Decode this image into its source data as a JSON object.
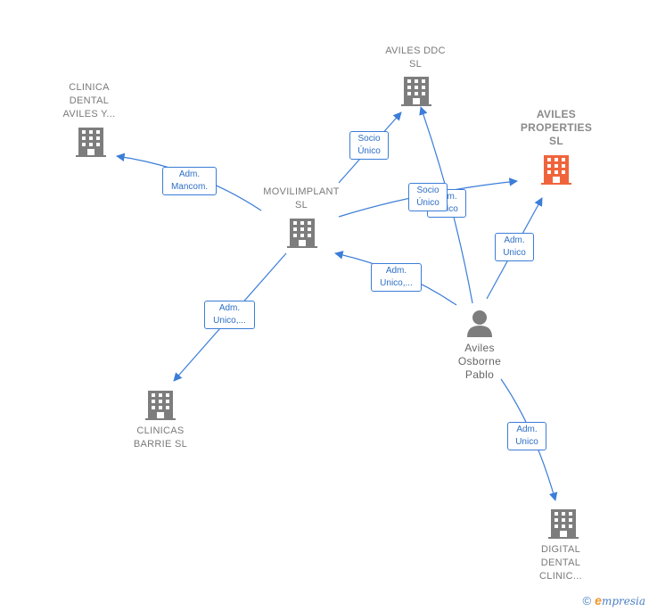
{
  "nodes": {
    "aviles_ddc": {
      "lines": [
        "AVILES DDC",
        "SL"
      ]
    },
    "clinica_dental": {
      "lines": [
        "CLINICA",
        "DENTAL",
        "AVILES Y..."
      ]
    },
    "aviles_properties": {
      "lines": [
        "AVILES",
        "PROPERTIES",
        "SL"
      ]
    },
    "movilimplant": {
      "lines": [
        "MOVILIMPLANT",
        "SL"
      ]
    },
    "clinicas_barrie": {
      "lines": [
        "CLINICAS",
        "BARRIE SL"
      ]
    },
    "person": {
      "lines": [
        "Aviles",
        "Osborne",
        "Pablo"
      ]
    },
    "digital_dental": {
      "lines": [
        "DIGITAL",
        "DENTAL",
        "CLINIC..."
      ]
    }
  },
  "edges": {
    "movil_to_ddc": [
      "Socio",
      "Único"
    ],
    "movil_to_clinica": [
      "Adm.",
      "Mancom."
    ],
    "movil_to_properties": [
      "Socio",
      "Único"
    ],
    "person_to_ddc": [
      "Adm.",
      "Unico"
    ],
    "person_to_properties": [
      "Adm.",
      "Unico"
    ],
    "person_to_movil": [
      "Adm.",
      "Unico,..."
    ],
    "movil_to_barrie": [
      "Adm.",
      "Unico,..."
    ],
    "person_to_digital": [
      "Adm.",
      "Unico"
    ]
  },
  "colors": {
    "edge": "#3b7dd8",
    "building": "#7d7d7d",
    "building_main": "#f0643c",
    "person": "#7d7d7d"
  },
  "icons": {
    "company": "building-icon",
    "person": "person-icon"
  },
  "watermark": {
    "symbol": "©",
    "e": "e",
    "brand": "mpresia"
  }
}
